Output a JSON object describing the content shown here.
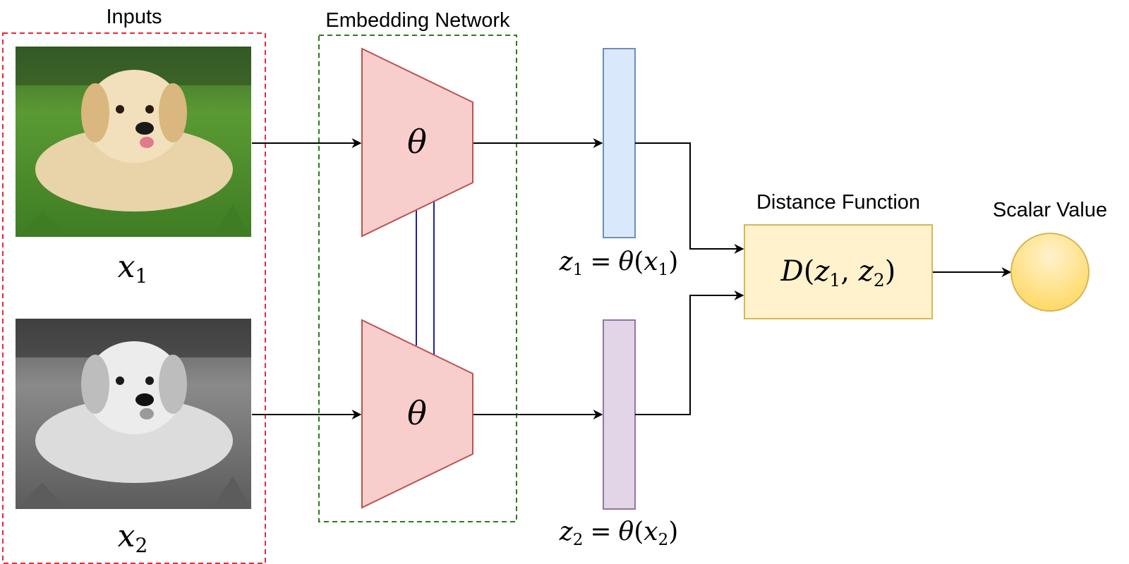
{
  "labels": {
    "inputs": "Inputs",
    "embedding_network": "Embedding Network",
    "distance_function": "Distance Function",
    "scalar_value": "Scalar Value"
  },
  "inputs": [
    {
      "var": "x",
      "sub": "1",
      "image": "color golden retriever puppy lying on grass"
    },
    {
      "var": "x",
      "sub": "2",
      "image": "grayscale golden retriever puppy lying on grass"
    }
  ],
  "encoder": {
    "symbol": "θ"
  },
  "embeddings": [
    {
      "z": "z",
      "sub": "1",
      "eq": "=",
      "theta": "θ",
      "x": "x",
      "xsub": "1"
    },
    {
      "z": "z",
      "sub": "2",
      "eq": "=",
      "theta": "θ",
      "x": "x",
      "xsub": "2"
    }
  ],
  "distance": {
    "fn": "D",
    "a": "z",
    "asub": "1",
    "b": "z",
    "bsub": "2"
  },
  "colors": {
    "inputs_border": "#e8283c",
    "embedding_border": "#2d7a1f",
    "encoder_fill": "#f8cecc",
    "encoder_stroke": "#b85450",
    "z1_fill": "#dae8fc",
    "z1_stroke": "#6c8ebf",
    "z2_fill": "#e1d5e7",
    "z2_stroke": "#9673a6",
    "distance_fill": "#fff2cc",
    "distance_stroke": "#d6b656",
    "scalar_fill": "#ffd966",
    "scalar_stroke": "#d6b656",
    "tie_lines": "#1f1f9e",
    "arrows": "#000000"
  }
}
